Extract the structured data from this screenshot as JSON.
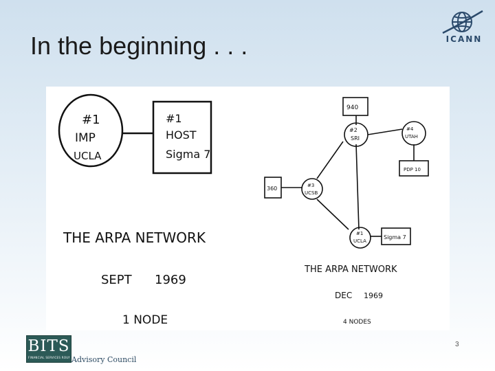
{
  "slide": {
    "title": "In the beginning . . .",
    "page_number": "3"
  },
  "logos": {
    "icann": "ICANN",
    "bits": "BITS",
    "bits_subtitle": "FINANCIAL SERVICES ROUNDTABLE",
    "advisory": "Advisory Council"
  },
  "diagram_left": {
    "imp_node": [
      "#1",
      "IMP",
      "UCLA"
    ],
    "host_node": [
      "#1",
      "HOST",
      "Sigma 7"
    ],
    "caption": "THE ARPA NETWORK",
    "date_month": "SEPT",
    "date_year": "1969",
    "count": "1 NODE"
  },
  "diagram_right": {
    "nodes": {
      "n940": "940",
      "sri_num": "#2",
      "sri": "SRI",
      "utah_num": "#4",
      "utah": "UTAH",
      "pdp10": "PDP 10",
      "n360": "360",
      "ucsb_num": "#3",
      "ucsb": "UCSB",
      "ucla_num": "#1",
      "ucla": "UCLA",
      "sigma7": "Sigma 7"
    },
    "caption": "THE ARPA NETWORK",
    "date_month": "DEC",
    "date_year": "1969",
    "count": "4 NODES"
  },
  "colors": {
    "ink": "#111111",
    "bits_green": "#2c5a57",
    "icann_blue": "#2b4a6b"
  }
}
